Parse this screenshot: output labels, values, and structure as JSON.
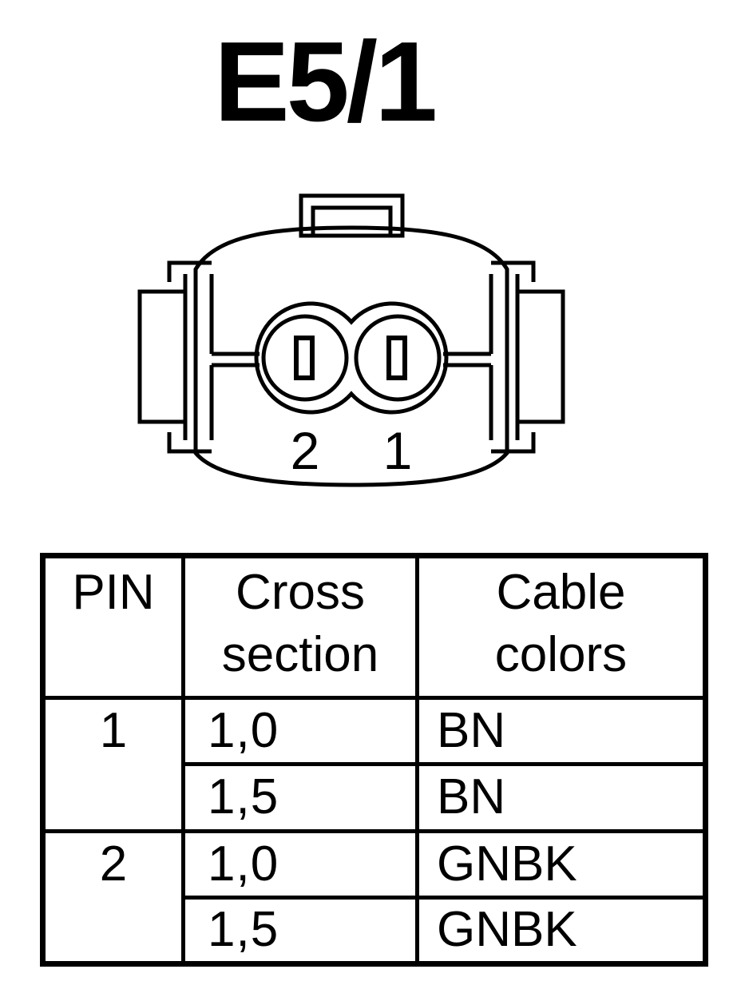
{
  "title": "E5/1",
  "connector": {
    "pin_labels": [
      "2",
      "1"
    ]
  },
  "table": {
    "headers": {
      "pin": "PIN",
      "cross_section": [
        "Cross",
        "section"
      ],
      "cable_colors": [
        "Cable",
        "colors"
      ]
    },
    "rows": [
      {
        "pin": "1",
        "entries": [
          {
            "cross_section": "1,0",
            "color": "BN"
          },
          {
            "cross_section": "1,5",
            "color": "BN"
          }
        ]
      },
      {
        "pin": "2",
        "entries": [
          {
            "cross_section": "1,0",
            "color": "GNBK"
          },
          {
            "cross_section": "1,5",
            "color": "GNBK"
          }
        ]
      }
    ]
  }
}
